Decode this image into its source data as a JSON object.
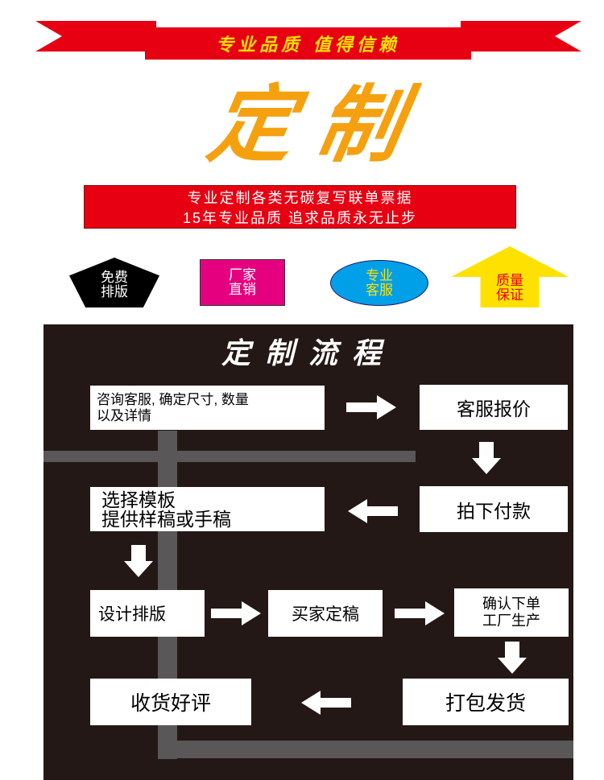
{
  "banner": {
    "slogan": "专业品质 值得信赖"
  },
  "title": "定制",
  "intro": {
    "line1": "专业定制各类无碳复写联单票据",
    "line2": "15年专业品质    追求品质永无止步"
  },
  "badges": {
    "free_layout": [
      "免费",
      "排版"
    ],
    "factory_direct": [
      "厂家",
      "直销"
    ],
    "pro_service": [
      "专业",
      "客服"
    ],
    "quality": [
      "质量",
      "保证"
    ]
  },
  "process": {
    "title": "定制流程",
    "steps": {
      "consult": [
        "咨询客服, 确定尺寸, 数量",
        "以及详情"
      ],
      "quote": "客服报价",
      "choose": [
        "选择模板",
        "提供样稿或手稿"
      ],
      "pay": "拍下付款",
      "design": "设计排版",
      "confirm_draft": "买家定稿",
      "confirm_order": [
        "确认下单",
        "工厂生产"
      ],
      "review": "收货好评",
      "ship": "打包发货"
    }
  },
  "colors": {
    "red": "#e60012",
    "yellow": "#ffe100",
    "orange": "#f5a10f",
    "magenta": "#e4007f",
    "blue": "#00a0e9",
    "panel": "#231815",
    "pipe": "#595757"
  },
  "icons": {
    "flow_arrow": "white-block-arrow"
  }
}
